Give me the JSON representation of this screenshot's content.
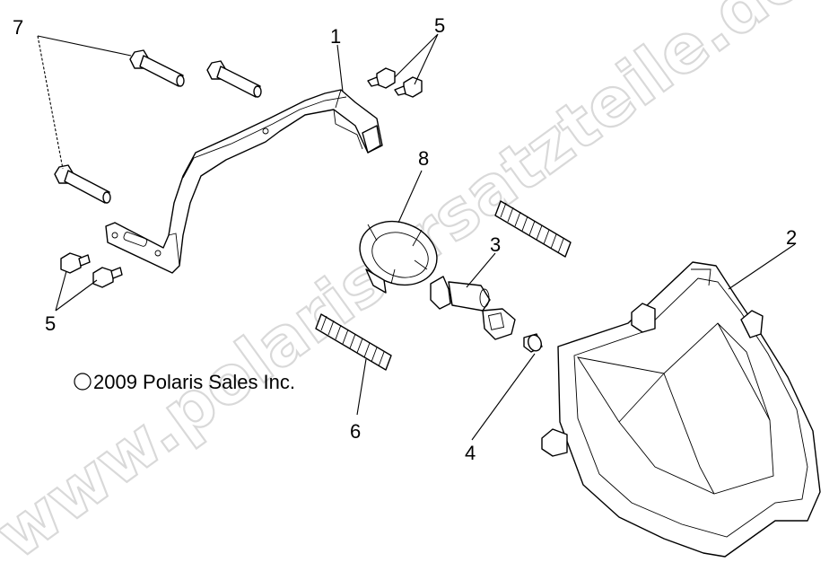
{
  "watermark": "www.polarisersatzteile.de",
  "copyright": "2009 Polaris Sales Inc.",
  "copyright_symbol": "©",
  "callouts": {
    "c1": "1",
    "c2": "2",
    "c3": "3",
    "c4": "4",
    "c5_top": "5",
    "c5_left": "5",
    "c6": "6",
    "c7": "7",
    "c8": "8"
  },
  "parts": {
    "1": "mounting bracket",
    "2": "headlight housing",
    "3": "bulb",
    "4": "small bulb",
    "5": "screws",
    "6": "springs",
    "7": "bolts",
    "8": "bulb retaining ring"
  }
}
